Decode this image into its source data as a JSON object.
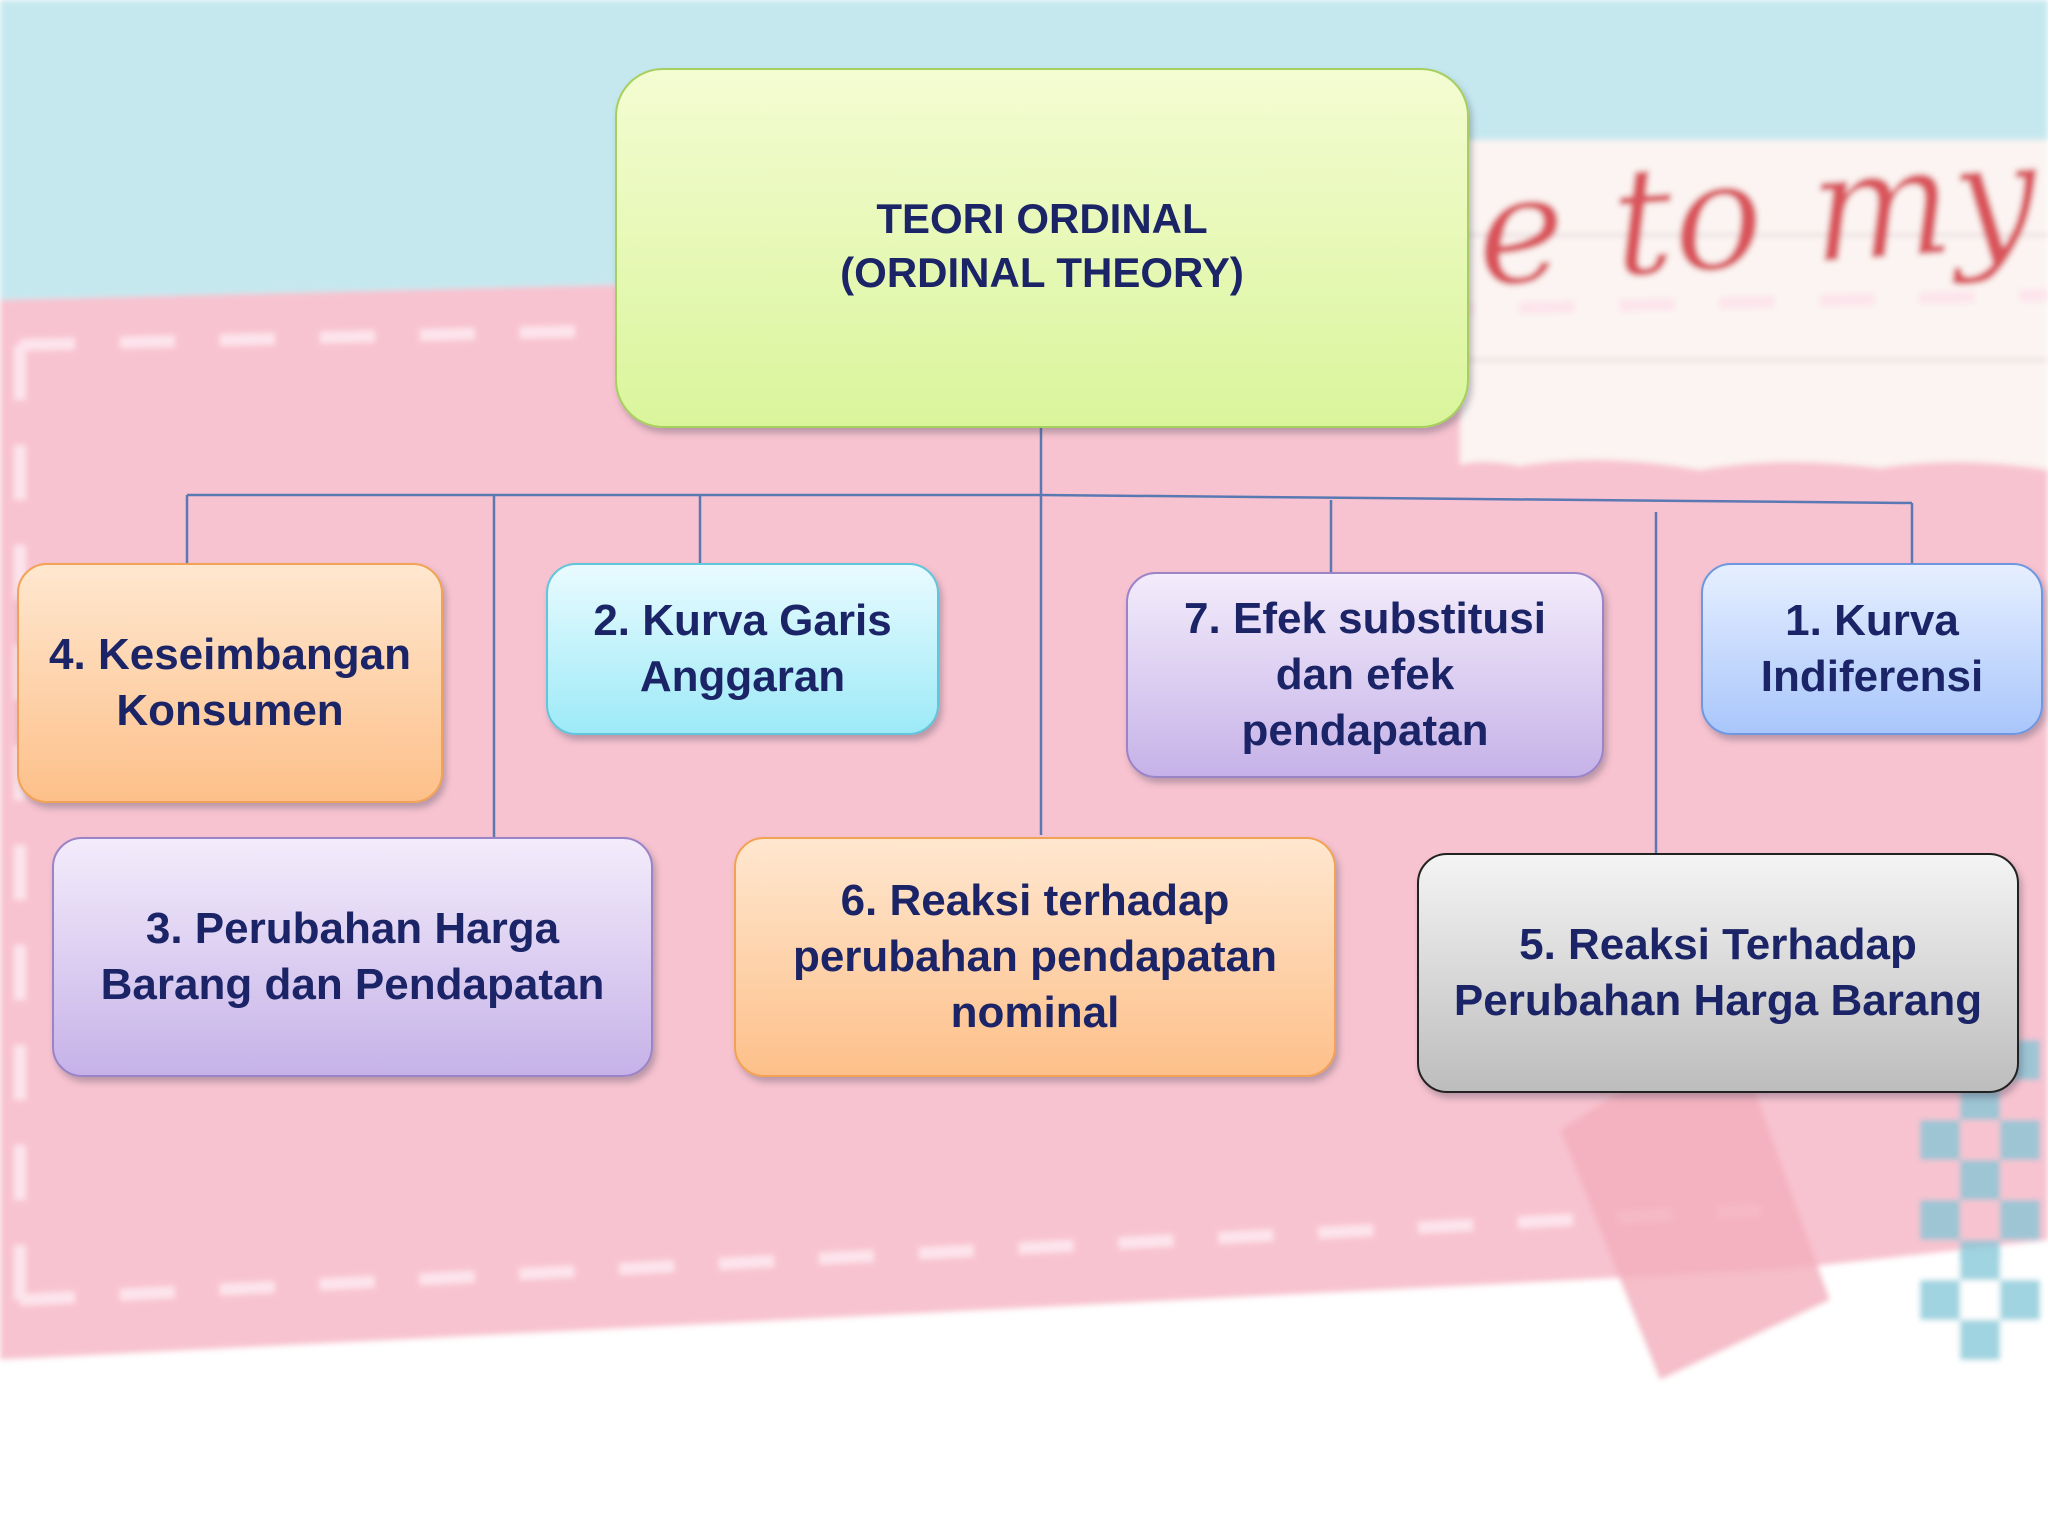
{
  "diagram": {
    "root": {
      "lines": [
        "TEORI ORDINAL",
        "(ORDINAL THEORY)"
      ]
    },
    "nodes": [
      {
        "id": "n4",
        "lines": [
          "4. Keseimbangan",
          "Konsumen"
        ]
      },
      {
        "id": "n2",
        "lines": [
          "2. Kurva Garis",
          "Anggaran"
        ]
      },
      {
        "id": "n7",
        "lines": [
          "7. Efek substitusi",
          "dan efek",
          "pendapatan"
        ]
      },
      {
        "id": "n1",
        "lines": [
          "1. Kurva",
          "Indiferensi"
        ]
      },
      {
        "id": "n3",
        "lines": [
          "3. Perubahan Harga",
          "Barang dan Pendapatan"
        ]
      },
      {
        "id": "n6",
        "lines": [
          "6. Reaksi terhadap",
          "perubahan pendapatan",
          "nominal"
        ]
      },
      {
        "id": "n5",
        "lines": [
          "5. Reaksi Terhadap",
          "Perubahan Harga Barang"
        ]
      }
    ]
  },
  "background": {
    "handwriting": "e to my",
    "colors": {
      "sky": "#c5e8ef",
      "pink": "#f8c3d0",
      "stitch": "#fde4ec",
      "handwriting": "#d9555c",
      "connector": "#5a79b3"
    }
  }
}
